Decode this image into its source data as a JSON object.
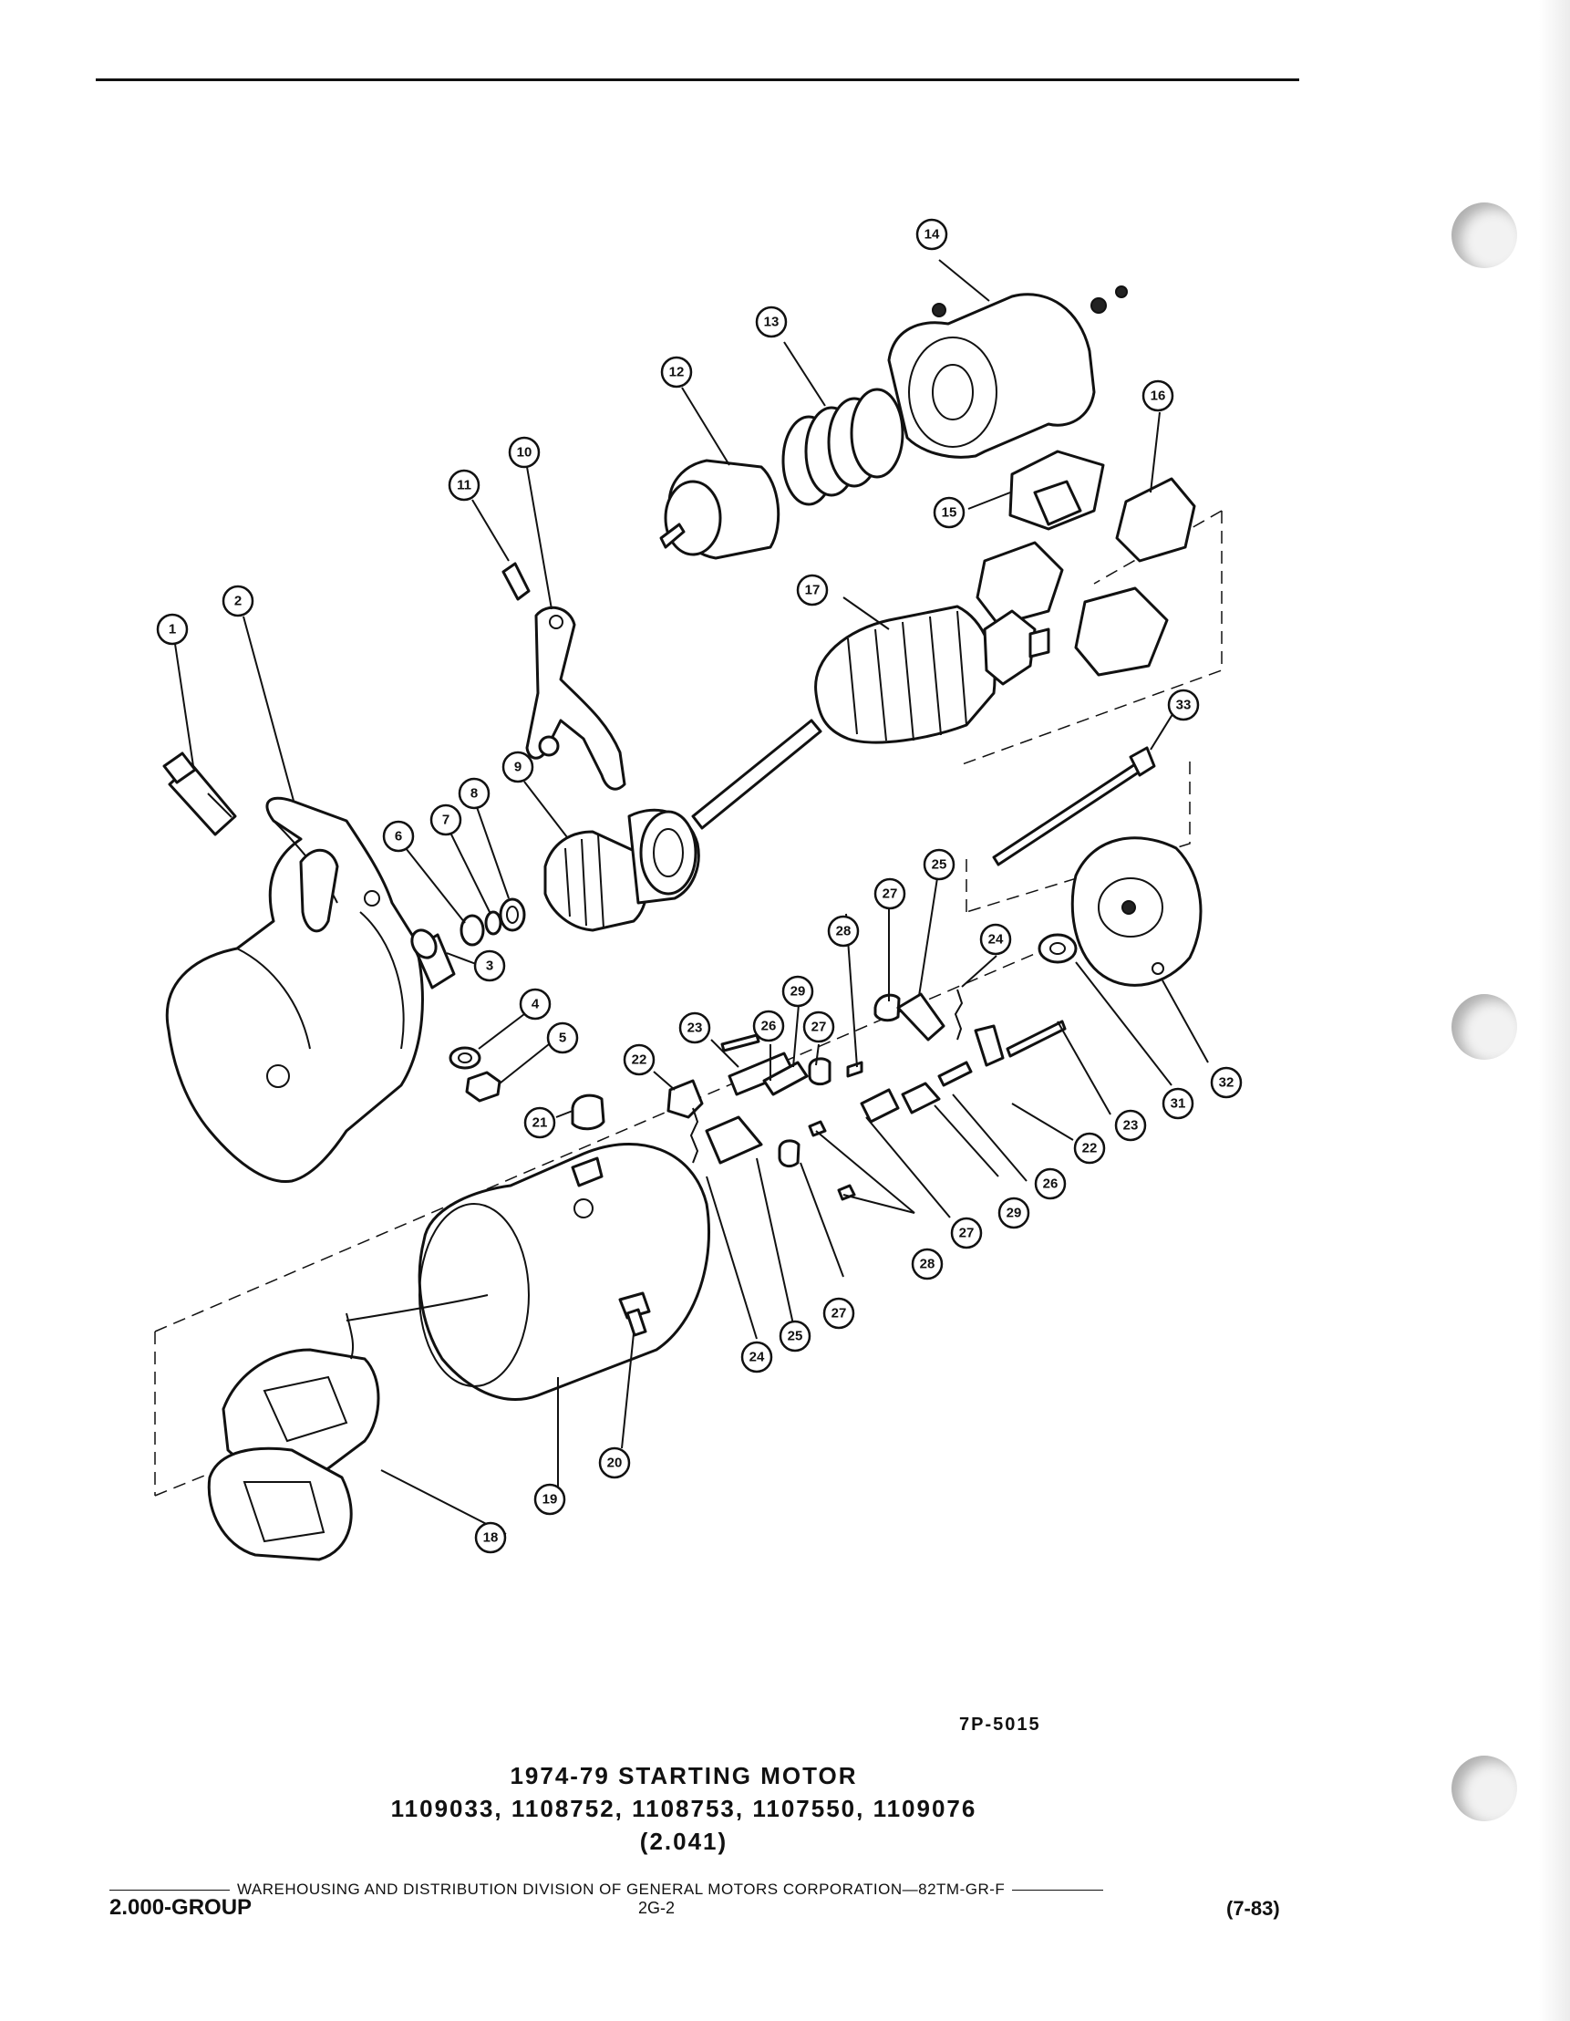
{
  "figure": {
    "code": "7P-5015",
    "callouts": [
      "1",
      "2",
      "3",
      "4",
      "5",
      "6",
      "7",
      "8",
      "9",
      "10",
      "11",
      "12",
      "13",
      "14",
      "15",
      "16",
      "17",
      "18",
      "19",
      "20",
      "21",
      "22",
      "22",
      "23",
      "23",
      "24",
      "24",
      "25",
      "25",
      "26",
      "26",
      "27",
      "27",
      "27",
      "27",
      "28",
      "28",
      "29",
      "29",
      "31",
      "32",
      "33"
    ]
  },
  "caption": {
    "title": "1974-79 STARTING MOTOR",
    "part_numbers": "1109033, 1108752, 1108753, 1107550, 1109076",
    "ref": "(2.041)"
  },
  "footer": {
    "division": "WAREHOUSING AND DISTRIBUTION DIVISION OF GENERAL MOTORS CORPORATION—82TM-GR-F",
    "group": "2.000-GROUP",
    "page": "2G-2",
    "date": "(7-83)"
  }
}
